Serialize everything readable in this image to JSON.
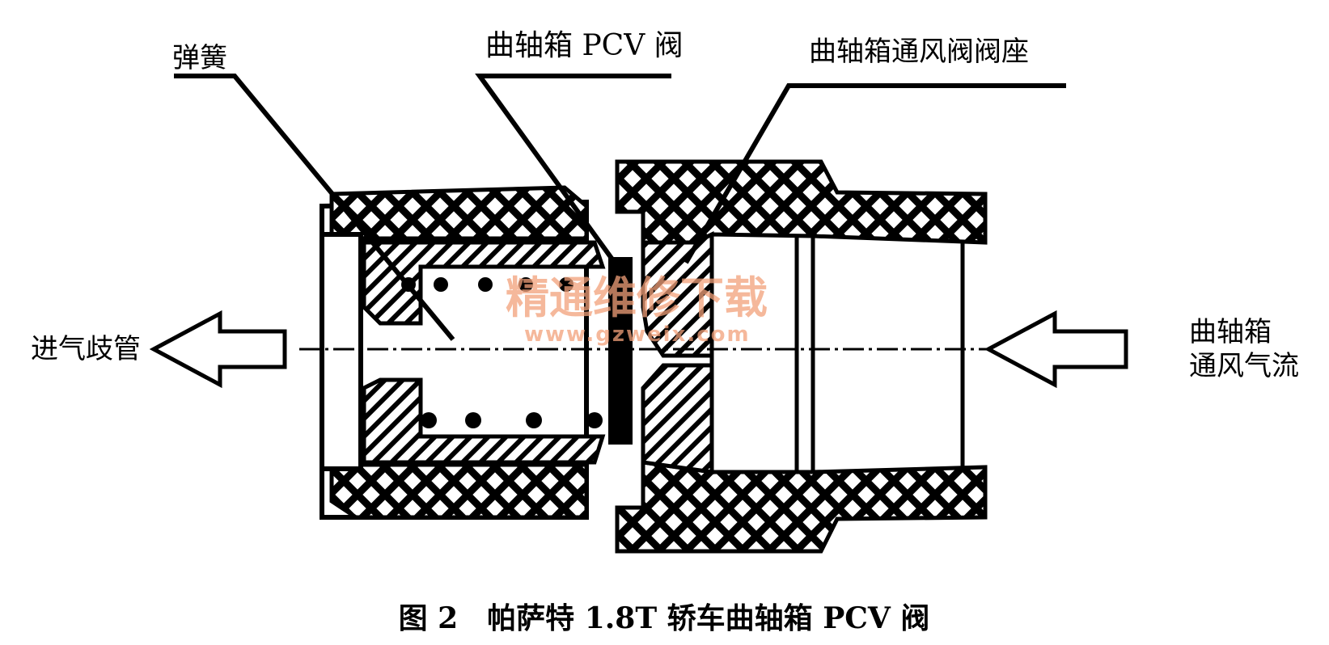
{
  "labels": {
    "spring": "弹簧",
    "pcv_valve": "曲轴箱 PCV 阀",
    "valve_seat": "曲轴箱通风阀阀座",
    "intake_manifold": "进气歧管",
    "crankcase_flow_line1": "曲轴箱",
    "crankcase_flow_line2": "通风气流"
  },
  "caption": "图 2　帕萨特 1.8T 轿车曲轴箱 PCV 阀",
  "watermark": {
    "text": "精通维修下载",
    "url": "www.gzweix.com",
    "color": "#f2a07a"
  },
  "colors": {
    "ink": "#000000",
    "paper": "#ffffff"
  }
}
